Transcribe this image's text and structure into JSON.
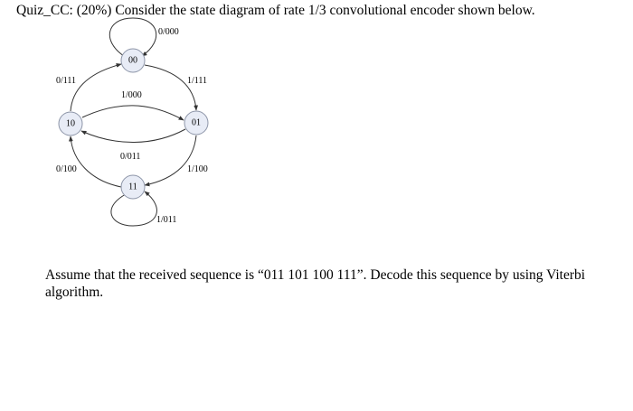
{
  "problem": {
    "title": "Quiz_CC: (20%) Consider the state diagram of rate 1/3 convolutional encoder shown below.",
    "question": "Assume that the received sequence is “011 101 100 111”. Decode this sequence by using Viterbi algorithm."
  },
  "diagram": {
    "states": [
      "00",
      "01",
      "10",
      "11"
    ],
    "transitions": [
      {
        "from": "00",
        "to": "00",
        "label": "0/000"
      },
      {
        "from": "00",
        "to": "01",
        "label": "1/111"
      },
      {
        "from": "10",
        "to": "00",
        "label": "0/111"
      },
      {
        "from": "10",
        "to": "01",
        "label": "1/000"
      },
      {
        "from": "01",
        "to": "10",
        "label": "0/011"
      },
      {
        "from": "01",
        "to": "11",
        "label": "1/100"
      },
      {
        "from": "11",
        "to": "10",
        "label": "0/100"
      },
      {
        "from": "11",
        "to": "11",
        "label": "1/011"
      }
    ]
  }
}
